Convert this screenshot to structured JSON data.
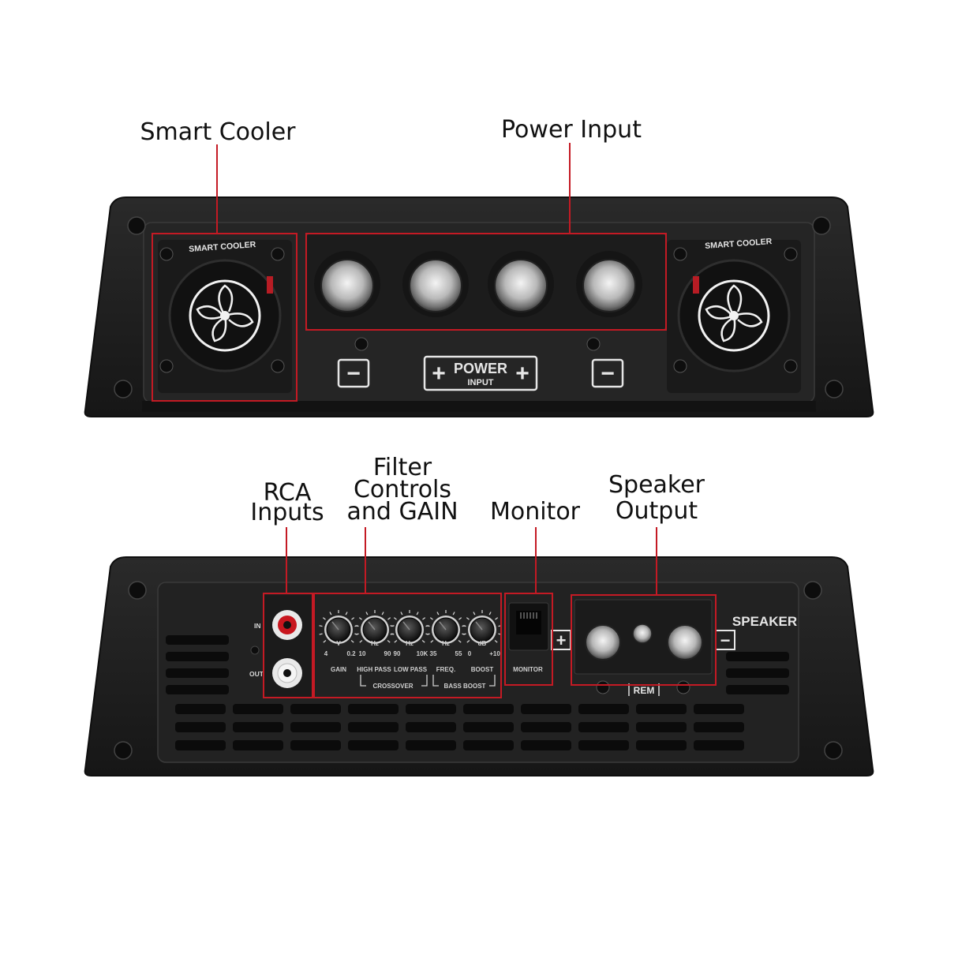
{
  "callouts": {
    "smart_cooler": "Smart Cooler",
    "power_input": "Power Input",
    "rca_line1": "RCA",
    "rca_line2": "Inputs",
    "filter_line1": "Filter",
    "filter_line2": "Controls",
    "filter_line3": "and GAIN",
    "monitor": "Monitor",
    "speaker_line1": "Speaker",
    "speaker_line2": "Output"
  },
  "top_panel": {
    "cooler_left": "SMART COOLER",
    "cooler_right": "SMART COOLER",
    "power_label": "POWER",
    "power_sub": "INPUT",
    "minus_left": "−",
    "minus_right": "−",
    "plus_left": "+",
    "plus_right": "+"
  },
  "bottom_panel": {
    "rca_in": "IN",
    "rca_out": "OUT",
    "knobs": [
      {
        "unit": "V",
        "min": "4",
        "max": "0.2",
        "label": "GAIN"
      },
      {
        "unit": "Hz",
        "min": "10",
        "max": "90",
        "label": "HIGH PASS"
      },
      {
        "unit": "Hz",
        "min": "90",
        "max": "10K",
        "label": "LOW PASS"
      },
      {
        "unit": "Hz",
        "min": "35",
        "max": "55",
        "label": "FREQ."
      },
      {
        "unit": "dB",
        "min": "0",
        "max": "+10",
        "label": "BOOST"
      }
    ],
    "crossover": "CROSSOVER",
    "bass_boost": "BASS BOOST",
    "monitor": "MONITOR",
    "speaker": "SPEAKER",
    "rem": "REM",
    "plus": "+",
    "minus": "−"
  },
  "colors": {
    "highlight": "#c41a24",
    "chassis": "#1e1e1e",
    "panel": "#262626"
  }
}
